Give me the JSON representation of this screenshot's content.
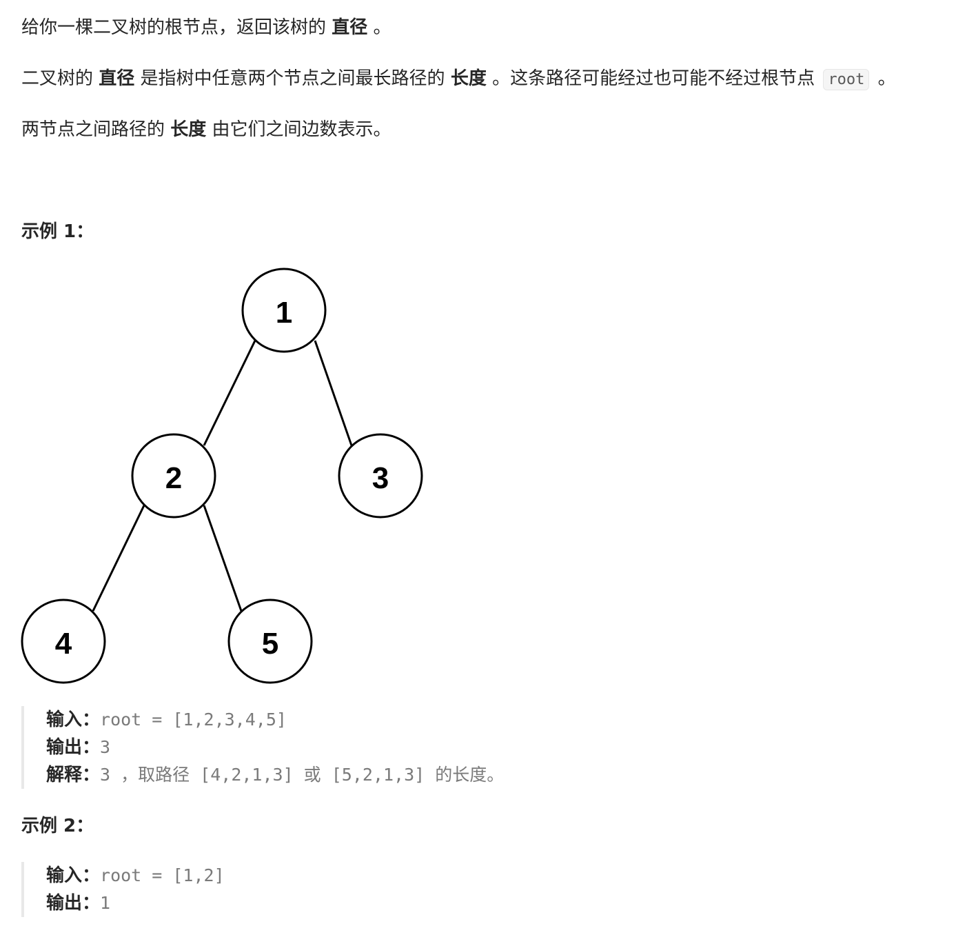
{
  "description": {
    "p1": {
      "before": "给你一棵二叉树的根节点，返回该树的 ",
      "bold": "直径",
      "after": " 。"
    },
    "p2": {
      "before": "二叉树的 ",
      "bold1": "直径",
      "middle": " 是指树中任意两个节点之间最长路径的 ",
      "bold2": "长度",
      "after": " 。这条路径可能经过也可能不经过根节点 ",
      "code": "root",
      "end": " 。"
    },
    "p3": {
      "before": "两节点之间路径的 ",
      "bold": "长度",
      "after": " 由它们之间边数表示。"
    }
  },
  "example1": {
    "heading": "示例 1：",
    "tree": {
      "nodes": [
        "1",
        "2",
        "3",
        "4",
        "5"
      ]
    },
    "input_label": "输入：",
    "input_value": "root = [1,2,3,4,5]",
    "output_label": "输出：",
    "output_value": "3",
    "explain_label": "解释：",
    "explain_value": "3 ，取路径 [4,2,1,3] 或 [5,2,1,3] 的长度。"
  },
  "example2": {
    "heading": "示例 2：",
    "input_label": "输入：",
    "input_value": "root = [1,2]",
    "output_label": "输出：",
    "output_value": "1"
  }
}
